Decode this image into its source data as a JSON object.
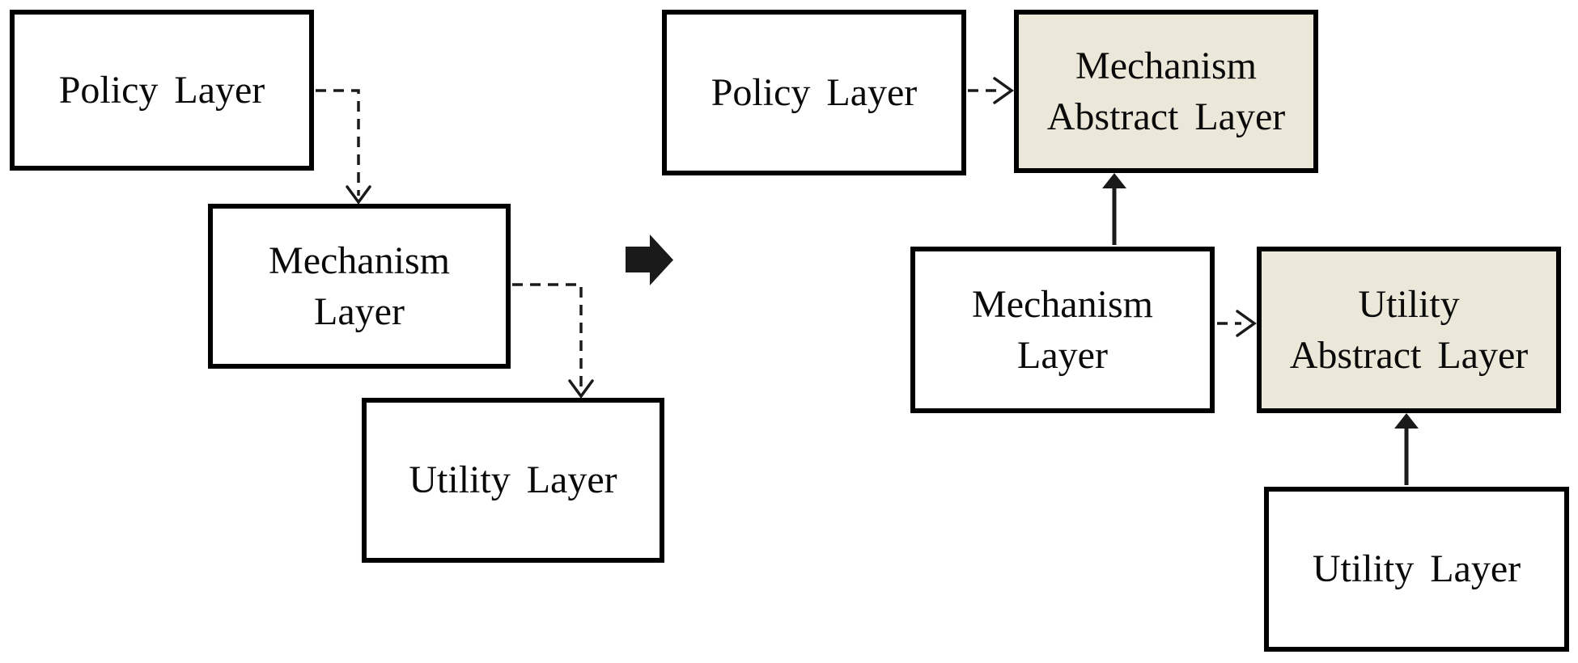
{
  "boxes": {
    "left_policy": "Policy Layer",
    "left_mechanism": "Mechanism\nLayer",
    "left_utility": "Utility Layer",
    "right_policy": "Policy Layer",
    "mechanism_abstract": "Mechanism\nAbstract Layer",
    "right_mechanism": "Mechanism\nLayer",
    "utility_abstract": "Utility\nAbstract Layer",
    "right_utility": "Utility Layer"
  },
  "connectors": [
    {
      "from": "left_policy",
      "to": "left_mechanism",
      "line": "dashed",
      "head": "open-v-down"
    },
    {
      "from": "left_mechanism",
      "to": "left_utility",
      "line": "dashed",
      "head": "open-v-down"
    },
    {
      "from": "right_policy",
      "to": "mechanism_abstract",
      "line": "dashed",
      "head": "open-chevron-right"
    },
    {
      "from": "right_mechanism",
      "to": "utility_abstract",
      "line": "dashed",
      "head": "open-chevron-right"
    },
    {
      "from": "right_mechanism",
      "to": "mechanism_abstract",
      "line": "solid",
      "head": "filled-triangle-up"
    },
    {
      "from": "right_utility",
      "to": "utility_abstract",
      "line": "solid",
      "head": "filled-triangle-up"
    }
  ],
  "icons": {
    "transform_arrow": "block-arrow-right-icon"
  },
  "colors": {
    "background": "#FFFFFF",
    "box_fill_white": "#FFFFFF",
    "box_fill_abstract": "#EBE8DA",
    "box_border": "#000000",
    "text": "#0A0A0A",
    "connector": "#1A1A1A"
  }
}
